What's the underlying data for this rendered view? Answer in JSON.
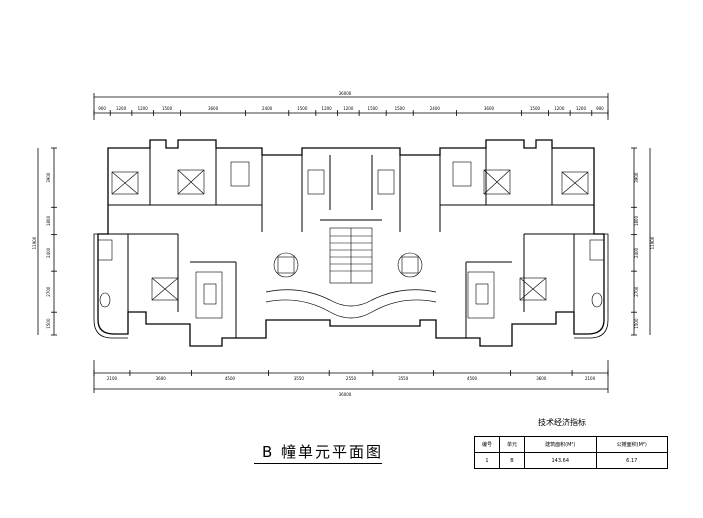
{
  "drawing": {
    "title": "B 幢单元平面图",
    "total_width_label": "36000"
  },
  "dimensions": {
    "top_row": [
      "900",
      "1200",
      "1200",
      "1500",
      "3600",
      "2400",
      "1500",
      "1200",
      "1200",
      "1500",
      "1500",
      "2400",
      "3600",
      "1500",
      "1200",
      "1200",
      "900"
    ],
    "bottom_row": [
      "2100",
      "3600",
      "4500",
      "3550",
      "2550",
      "3550",
      "4500",
      "3600",
      "2100"
    ],
    "left_col": [
      "3900",
      "1800",
      "2400",
      "2700",
      "1500"
    ],
    "right_col": [
      "3900",
      "1800",
      "2400",
      "2700",
      "1500"
    ],
    "side_total": "11900"
  },
  "tech_table": {
    "title": "技术经济指标",
    "headers": [
      "编号",
      "单元",
      "建筑面积(M²)",
      "公摊面积(M²)"
    ],
    "rows": [
      [
        "1",
        "B",
        "143.64",
        "6.17"
      ]
    ]
  }
}
